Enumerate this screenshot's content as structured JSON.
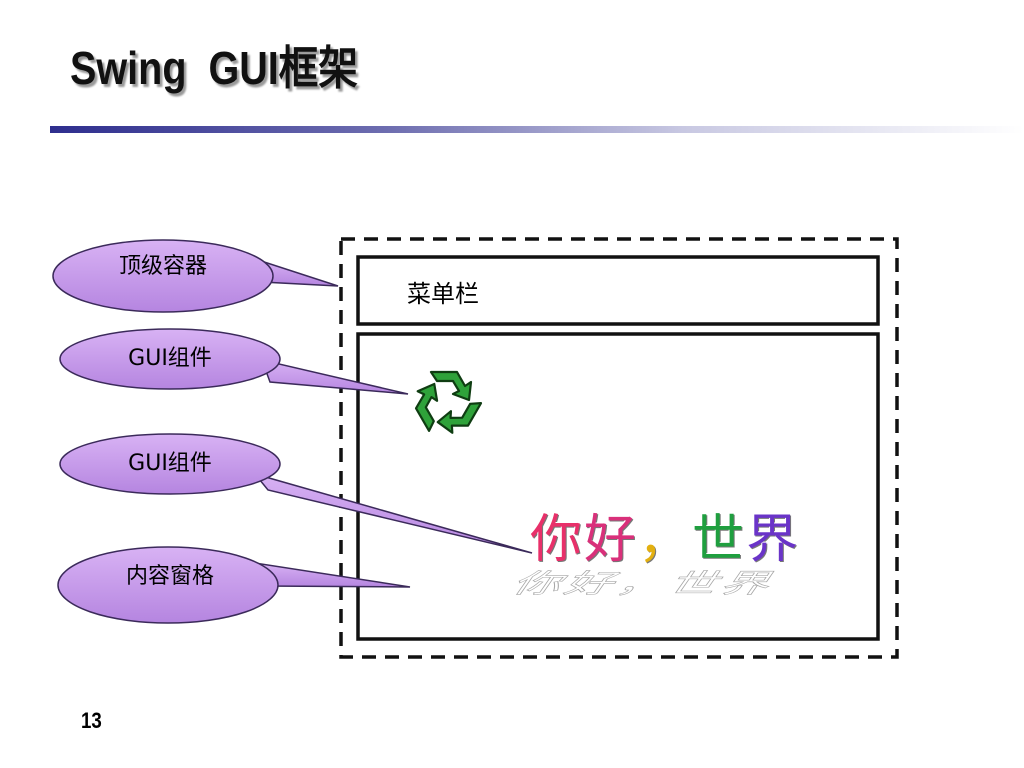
{
  "slide": {
    "title": "Swing  GUI框架",
    "page_number": "13"
  },
  "callouts": [
    {
      "id": "top-level-container",
      "label": "顶级容器"
    },
    {
      "id": "gui-component-1",
      "label": "GUI组件"
    },
    {
      "id": "gui-component-2",
      "label": "GUI组件"
    },
    {
      "id": "content-pane",
      "label": "内容窗格"
    }
  ],
  "window": {
    "menubar_label": "菜单栏",
    "hello_text": [
      "你",
      "好",
      "，",
      "世",
      "界"
    ],
    "hello_colors": [
      "#e8306a",
      "#d9307a",
      "#e3b010",
      "#1f9f3f",
      "#6a34c8"
    ],
    "icon": "recycle-icon"
  },
  "colors": {
    "callout_fill": "#c89ae8",
    "callout_stroke": "#3b2a5a",
    "icon_green": "#2fa23a",
    "title_rule": "#2e2e8e"
  }
}
